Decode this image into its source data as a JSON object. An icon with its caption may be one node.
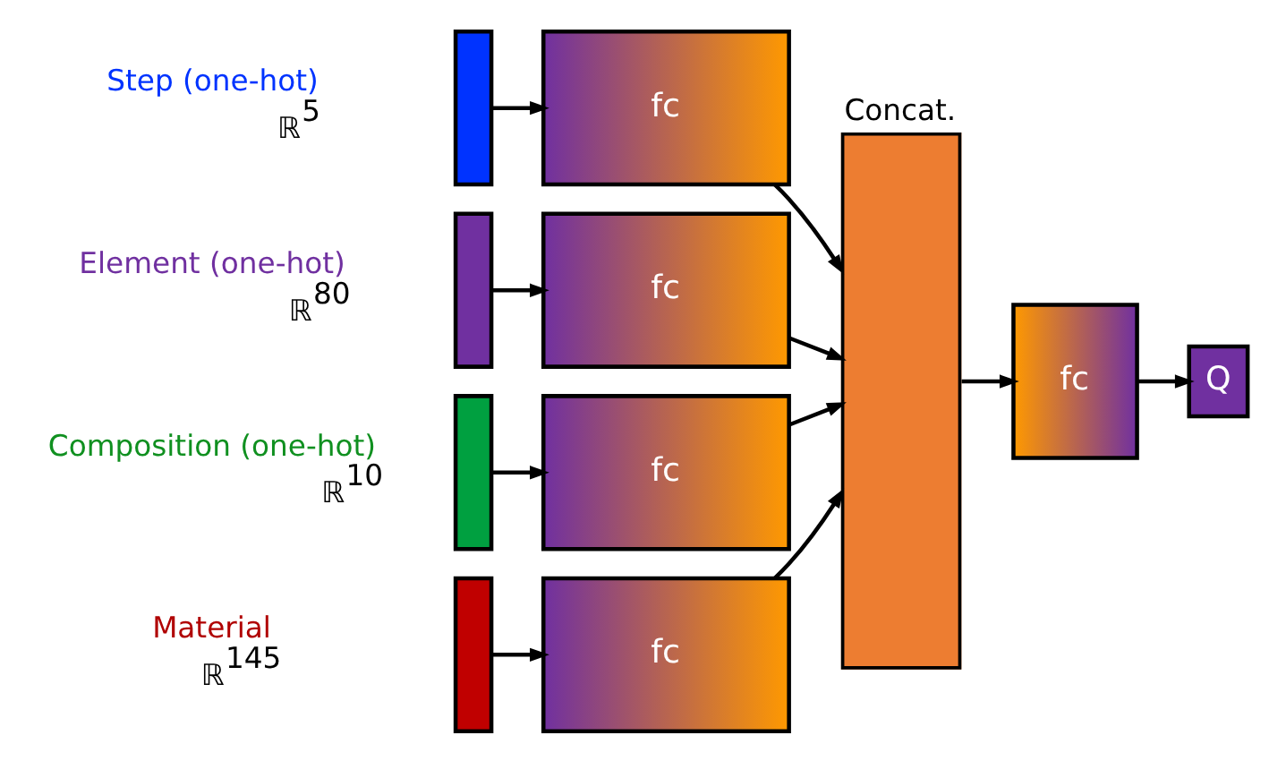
{
  "diagram": {
    "nodes": [
      {
        "text": [],
        "shape": "bar",
        "beside": [
          "Material",
          "ℝ$^{145}$"
        ]
      },
      {
        "text": [],
        "shape": "bar",
        "beside": [
          "Step (one-hot)",
          "ℝ$^{5}$"
        ]
      },
      {
        "text": [],
        "shape": "bar",
        "beside": [
          "Element (one-hot)",
          "ℝ$^{80}$"
        ]
      },
      {
        "text": [],
        "shape": "bar",
        "beside": [
          "Composition (one-hot)",
          "ℝ$^{10}$"
        ]
      },
      {
        "text": [
          "fc"
        ]
      },
      {
        "text": [
          "fc"
        ]
      },
      {
        "text": [
          "fc"
        ]
      },
      {
        "text": [
          "fc"
        ]
      },
      {
        "text": [
          "Concat."
        ]
      },
      {
        "text": [
          "fc"
        ]
      },
      {
        "text": [
          "Q"
        ]
      }
    ],
    "edges": [
      {
        "from": 0,
        "to": 4,
        "arrow": "to"
      },
      {
        "from": 1,
        "to": 5,
        "arrow": "to"
      },
      {
        "from": 2,
        "to": 6,
        "arrow": "to"
      },
      {
        "from": 3,
        "to": 7,
        "arrow": "to"
      },
      {
        "from": 4,
        "to": 8,
        "arrow": "to"
      },
      {
        "from": 5,
        "to": 8,
        "arrow": "to"
      },
      {
        "from": 6,
        "to": 8,
        "arrow": "to"
      },
      {
        "from": 7,
        "to": 8,
        "arrow": "to"
      },
      {
        "from": 8,
        "to": 9,
        "arrow": "to"
      },
      {
        "from": 9,
        "to": 10,
        "arrow": "to"
      }
    ]
  }
}
